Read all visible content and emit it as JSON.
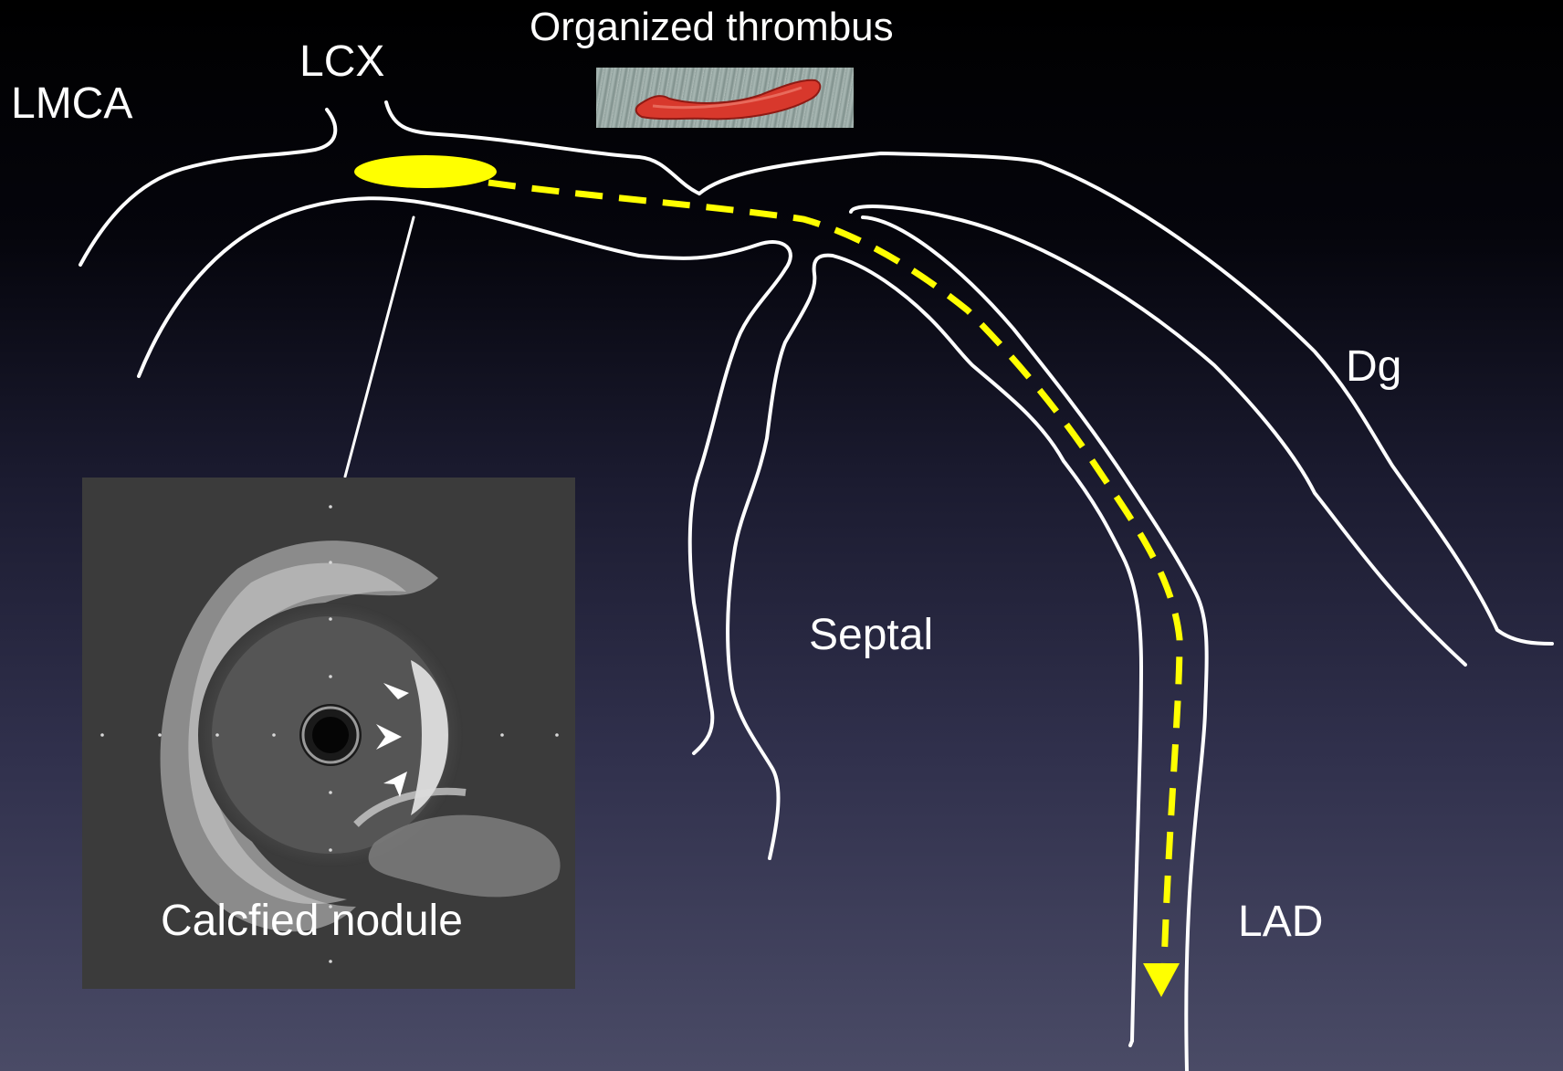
{
  "labels": {
    "lmca": "LMCA",
    "lcx": "LCX",
    "organized_thrombus": "Organized thrombus",
    "dg": "Dg",
    "septal": "Septal",
    "lad": "LAD",
    "calcified_nodule": "Calcfied nodule"
  },
  "colors": {
    "background_top": "#000000",
    "background_bottom": "#4a4b66",
    "vessel_outline": "#ffffff",
    "lesion_marker": "#ffff00",
    "thrombus": "#d8382c"
  }
}
